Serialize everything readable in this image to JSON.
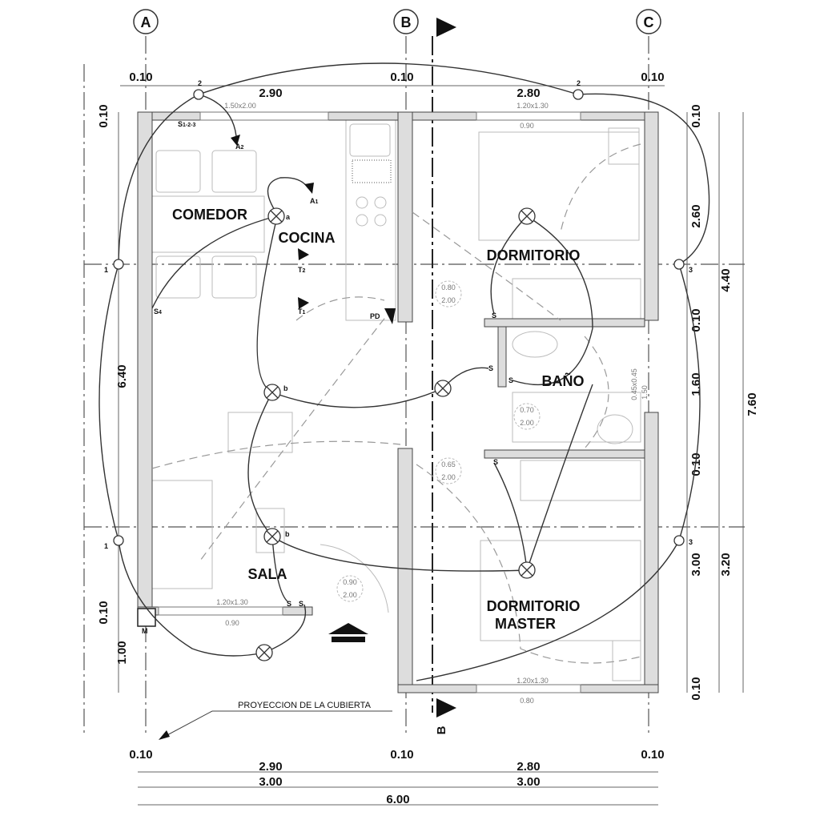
{
  "grid_axes": [
    {
      "label": "A"
    },
    {
      "label": "B"
    },
    {
      "label": "C"
    }
  ],
  "section_cut": {
    "label": "B"
  },
  "dims_top": {
    "a": "0.10",
    "b": "2.90",
    "c": "0.10",
    "d": "2.80",
    "e": "0.10"
  },
  "dims_bottom": {
    "a": "0.10",
    "b": "2.90",
    "c": "0.10",
    "d": "2.80",
    "e": "0.10",
    "f": "3.00",
    "g": "3.00",
    "total": "6.00"
  },
  "dims_left": {
    "a": "0.10",
    "b": "6.40",
    "c": "0.10",
    "d": "1.00"
  },
  "dims_right": {
    "a": "0.10",
    "b": "2.60",
    "c": "0.10",
    "d": "1.60",
    "e": "0.10",
    "f": "3.00",
    "g": "0.10",
    "h": "4.40",
    "i": "3.20",
    "total": "7.60"
  },
  "windows": [
    {
      "size": "1.50x2.00"
    },
    {
      "size": "1.20x1.30",
      "sill": "0.90"
    },
    {
      "size": "1.20x1.30",
      "sill": "0.90"
    },
    {
      "size": "1.20x1.30",
      "sill": "0.80"
    }
  ],
  "doors": [
    {
      "w": "0.80",
      "h": "2.00"
    },
    {
      "w": "0.70",
      "h": "2.00"
    },
    {
      "w": "0.65",
      "h": "2.00"
    },
    {
      "w": "0.90",
      "h": "2.00"
    }
  ],
  "rooms": {
    "comedor": "COMEDOR",
    "cocina": "COCINA",
    "dormitorio": "DORMITORIO",
    "bano": "BAÑO",
    "sala": "SALA",
    "master1": "DORMITORIO",
    "master2": "MASTER"
  },
  "symbols": {
    "s123": "S",
    "s123_sub": "1-2-3",
    "a2": "A",
    "a2_sub": "2",
    "a1": "A",
    "a1_sub": "1",
    "t2": "T",
    "t2_sub": "2",
    "t1": "T",
    "t1_sub": "1",
    "pd": "PD",
    "s4": "S",
    "s4_sub": "4",
    "a": "a",
    "b1": "b",
    "b2": "b",
    "s": "S",
    "m": "M",
    "n1": "1",
    "n2": "2",
    "n3": "3",
    "bath_tag": "1.50",
    "bath_tag2": "0.45x0.45"
  },
  "annotation": "PROYECCION DE LA CUBIERTA"
}
